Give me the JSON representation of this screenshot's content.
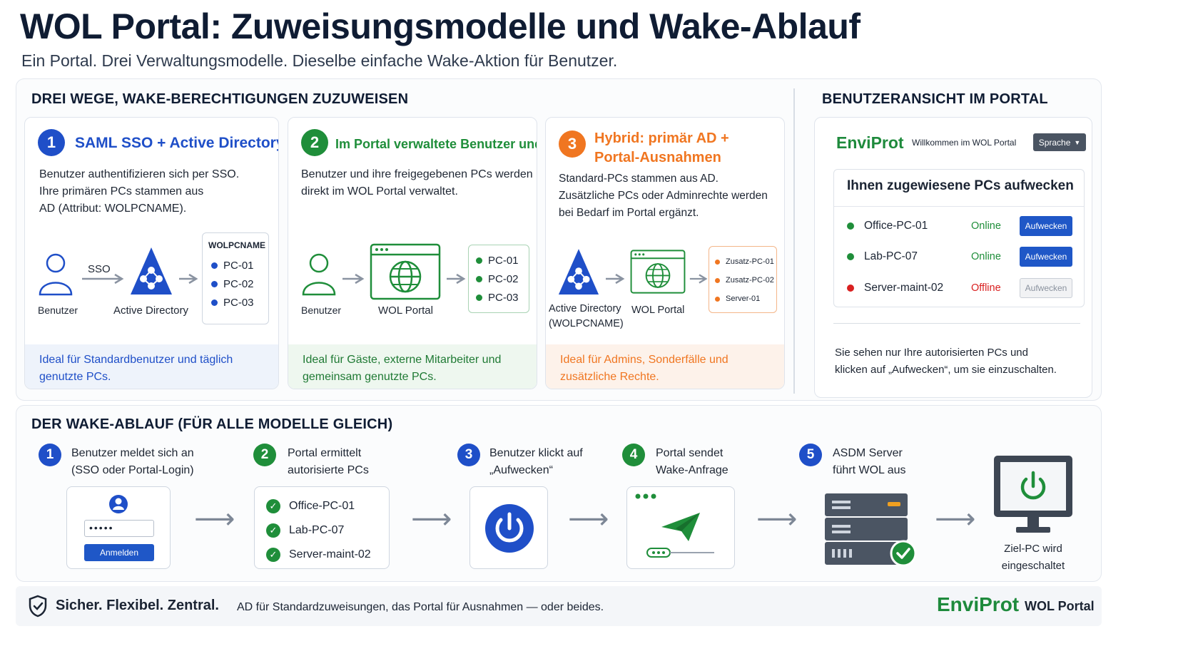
{
  "header": {
    "title": "WOL Portal: Zuweisungsmodelle und Wake-Ablauf",
    "subtitle": "Ein Portal. Drei Verwaltungsmodelle. Dieselbe einfache Wake-Aktion für Benutzer."
  },
  "models": {
    "heading": "DREI WEGE, WAKE-BERECHTIGUNGEN ZUZUWEISEN",
    "m1": {
      "number": "1",
      "title": "SAML SSO + Active Directory",
      "text": [
        "Benutzer authentifizieren sich per SSO.",
        "Ihre primären PCs stammen aus",
        "AD (Attribut: WOLPCNAME)."
      ],
      "user_label": "Benutzer",
      "arrow_label": "SSO",
      "ad_label": "Active Directory",
      "list_title": "WOLPCNAME",
      "list": [
        "PC-01",
        "PC-02",
        "PC-03"
      ],
      "footer": [
        "Ideal für Standardbenutzer und täglich",
        "genutzte PCs."
      ]
    },
    "m2": {
      "number": "2",
      "title": "Im Portal verwaltete Benutzer und PCs",
      "text": [
        "Benutzer und ihre freigegebenen PCs werden",
        "direkt im WOL Portal verwaltet."
      ],
      "user_label": "Benutzer",
      "portal_label": "WOL Portal",
      "list": [
        "PC-01",
        "PC-02",
        "PC-03"
      ],
      "footer": [
        "Ideal für Gäste, externe Mitarbeiter und",
        "gemeinsam genutzte PCs."
      ]
    },
    "m3": {
      "number": "3",
      "title": [
        "Hybrid: primär AD +",
        "Portal-Ausnahmen"
      ],
      "text": [
        "Standard-PCs stammen aus AD.",
        "Zusätzliche PCs oder Adminrechte werden",
        "bei Bedarf im Portal ergänzt."
      ],
      "ad_label": [
        "Active Directory",
        "(WOLPCNAME)"
      ],
      "portal_label": "WOL Portal",
      "list": [
        "Zusatz-PC-01",
        "Zusatz-PC-02",
        "Server-01"
      ],
      "footer": [
        "Ideal für Admins, Sonderfälle und",
        "zusätzliche Rechte."
      ]
    }
  },
  "portal_view": {
    "heading": "BENUTZERANSICHT IM PORTAL",
    "brand": "EnviProt",
    "welcome": "Willkommen im WOL Portal",
    "language": "Sprache",
    "box_title": "Ihnen zugewiesene PCs aufwecken",
    "rows": [
      {
        "name": "Office-PC-01",
        "status": "Online",
        "button": "Aufwecken"
      },
      {
        "name": "Lab-PC-07",
        "status": "Online",
        "button": "Aufwecken"
      },
      {
        "name": "Server-maint-02",
        "status": "Offline",
        "button": "Aufwecken"
      }
    ],
    "note": [
      "Sie sehen nur Ihre autorisierten PCs und",
      "klicken auf „Aufwecken“, um sie einzuschalten."
    ]
  },
  "flow": {
    "heading": "DER WAKE-ABLAUF (FÜR ALLE MODELLE GLEICH)",
    "s1": {
      "number": "1",
      "text": [
        "Benutzer meldet sich an",
        "(SSO oder Portal-Login)"
      ],
      "password": "•••••",
      "button": "Anmelden"
    },
    "s2": {
      "number": "2",
      "text": [
        "Portal ermittelt",
        "autorisierte PCs"
      ],
      "list": [
        "Office-PC-01",
        "Lab-PC-07",
        "Server-maint-02"
      ]
    },
    "s3": {
      "number": "3",
      "text": [
        "Benutzer klickt auf",
        "„Aufwecken“"
      ]
    },
    "s4": {
      "number": "4",
      "text": [
        "Portal sendet",
        "Wake-Anfrage"
      ]
    },
    "s5": {
      "number": "5",
      "text": [
        "ASDM Server",
        "führt WOL aus"
      ]
    },
    "target": [
      "Ziel-PC wird",
      "eingeschaltet"
    ]
  },
  "footer": {
    "slogan": "Sicher. Flexibel. Zentral.",
    "text": "AD für Standardzuweisungen, das Portal für Ausnahmen — oder beides.",
    "brand": "EnviProt",
    "product": "WOL Portal"
  },
  "colors": {
    "blue": "#1f4fc8",
    "green": "#1f8e3a",
    "orange": "#f07621",
    "red": "#d92020",
    "brand_green": "#1e8a3c"
  }
}
